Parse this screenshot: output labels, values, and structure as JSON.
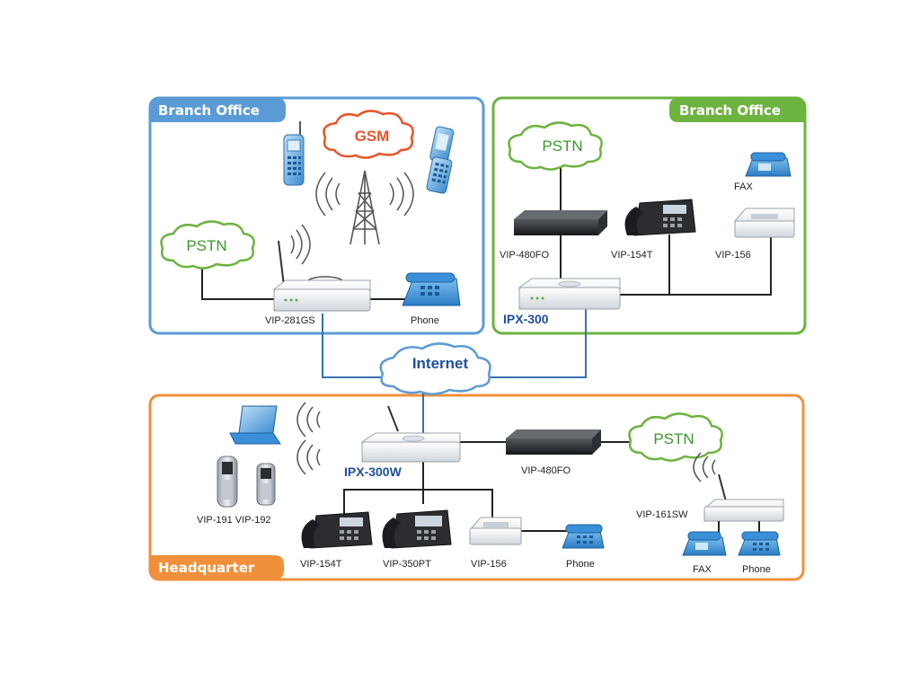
{
  "regions": {
    "branch_left": "Branch Office",
    "branch_right": "Branch Office",
    "headquarter": "Headquarter"
  },
  "clouds": {
    "gsm": "GSM",
    "pstn_left": "PSTN",
    "pstn_right": "PSTN",
    "internet": "Internet",
    "pstn_hq": "PSTN"
  },
  "labels": {
    "vip_281gs": "VIP-281GS",
    "phone_left": "Phone",
    "vip_480fo_right": "VIP-480FO",
    "vip_154t_right": "VIP-154T",
    "fax_right": "FAX",
    "vip_156_right": "VIP-156",
    "ipx_300": "IPX-300",
    "ipx_300w": "IPX-300W",
    "vip_480fo_hq": "VIP-480FO",
    "vip_191_192": "VIP-191 VIP-192",
    "vip_154t_hq": "VIP-154T",
    "vip_350pt": "VIP-350PT",
    "vip_156_hq": "VIP-156",
    "phone_hq": "Phone",
    "vip_161sw": "VIP-161SW",
    "fax_hq": "FAX",
    "phone_hq2": "Phone"
  },
  "colors": {
    "branch_left": "#5b9bd5",
    "branch_right": "#6db33f",
    "headquarter": "#f0903a",
    "gsm_text": "#e8552a",
    "pstn_text": "#3a9a2a",
    "internet_text": "#1f4fa0",
    "device_blue": "#3a8fd9",
    "wire": "#222222",
    "wire_blue": "#3a6fb0"
  }
}
